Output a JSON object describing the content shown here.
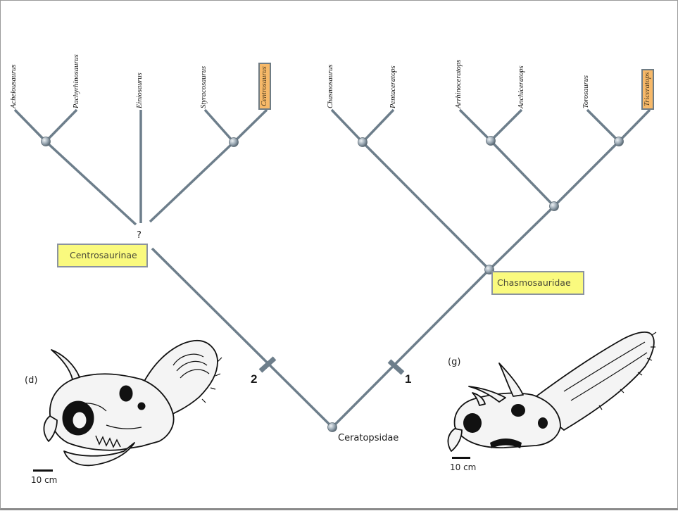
{
  "taxa": [
    {
      "name": "Achelousaurus",
      "highlight": false
    },
    {
      "name": "Pachyrhinosaurus",
      "highlight": false
    },
    {
      "name": "Einiosaurus",
      "highlight": false
    },
    {
      "name": "Styracosaurus",
      "highlight": false
    },
    {
      "name": "Centrosaurus",
      "highlight": true
    },
    {
      "name": "Chasmosaurus",
      "highlight": false
    },
    {
      "name": "Pentaceratops",
      "highlight": false
    },
    {
      "name": "Arrhinoceratops",
      "highlight": false
    },
    {
      "name": "Anchiceratops",
      "highlight": false
    },
    {
      "name": "Torosaurus",
      "highlight": false
    },
    {
      "name": "Triceratops",
      "highlight": true
    }
  ],
  "clades": {
    "centrosaurinae": "Centrosaurinae",
    "chasmosauridae": "Chasmosauridae",
    "ceratopsidae": "Ceratopsidae"
  },
  "uncertain_mark": "?",
  "synapomorphy_marks": {
    "left": "2",
    "right": "1"
  },
  "figures": {
    "left": {
      "panel": "(d)",
      "scale": "10 cm"
    },
    "right": {
      "panel": "(g)",
      "scale": "10 cm"
    }
  },
  "colors": {
    "branch": "#6d7e8b",
    "node": "#95a3ae",
    "clade_fill": "#fafa7e",
    "highlight_fill": "#f7b969"
  }
}
